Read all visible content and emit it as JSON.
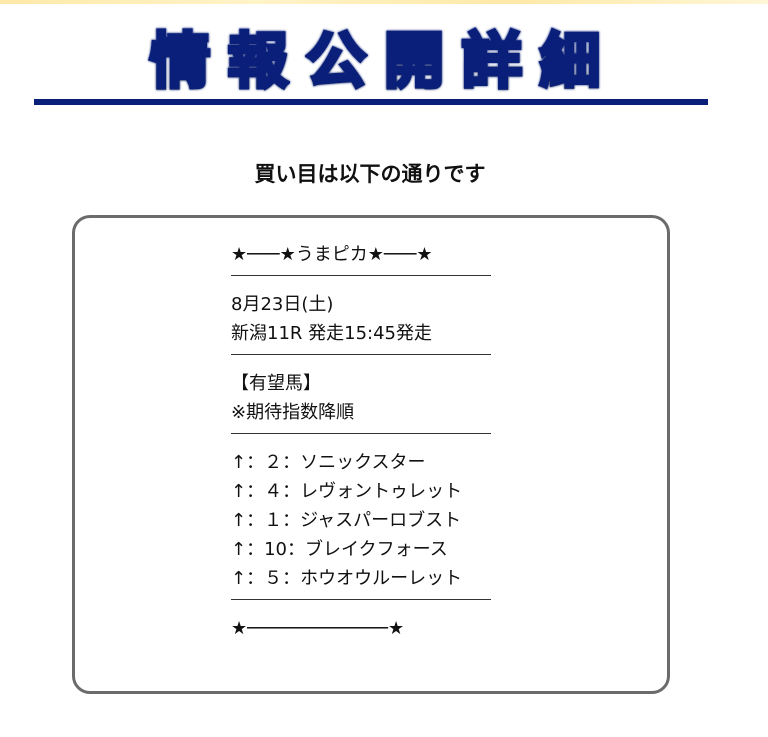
{
  "header": {
    "logo_text": "情報公開詳細",
    "logo_chars": [
      "情",
      "報",
      "公",
      "開",
      "詳",
      "細"
    ]
  },
  "subtitle": "買い目は以下の通りです",
  "content": {
    "title_line": "★───★うまピカ★───★",
    "date": "8月23日(土)",
    "race": "新潟11R 発走15:45発走",
    "section_title": "【有望馬】",
    "section_note": "※期待指数降順",
    "horses": [
      "↑：２：ソニックスター",
      "↑：４：レヴォントゥレット",
      "↑：１：ジャスパーロブスト",
      "↑：10：ブレイクフォース",
      "↑：５：ホウオウルーレット"
    ],
    "footer_line": "★─────────────★"
  }
}
